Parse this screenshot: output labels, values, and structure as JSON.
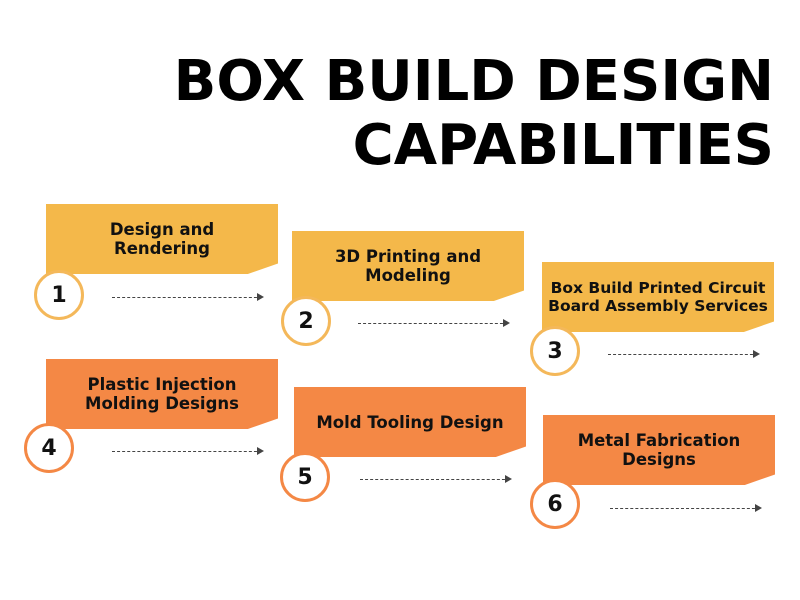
{
  "title": {
    "line1": "BOX BUILD DESIGN",
    "line2": "CAPABILITIES"
  },
  "colors": {
    "row1_banner": "#f4b84a",
    "row1_circle": "#f4b85a",
    "row2_banner": "#f48845",
    "row2_circle": "#f48845"
  },
  "steps": [
    {
      "number": "1",
      "label": "Design and Rendering"
    },
    {
      "number": "2",
      "label": "3D Printing and Modeling"
    },
    {
      "number": "3",
      "label": "Box Build Printed Circuit Board Assembly Services"
    },
    {
      "number": "4",
      "label": "Plastic Injection Molding Designs"
    },
    {
      "number": "5",
      "label": "Mold Tooling Design"
    },
    {
      "number": "6",
      "label": "Metal Fabrication Designs"
    }
  ]
}
